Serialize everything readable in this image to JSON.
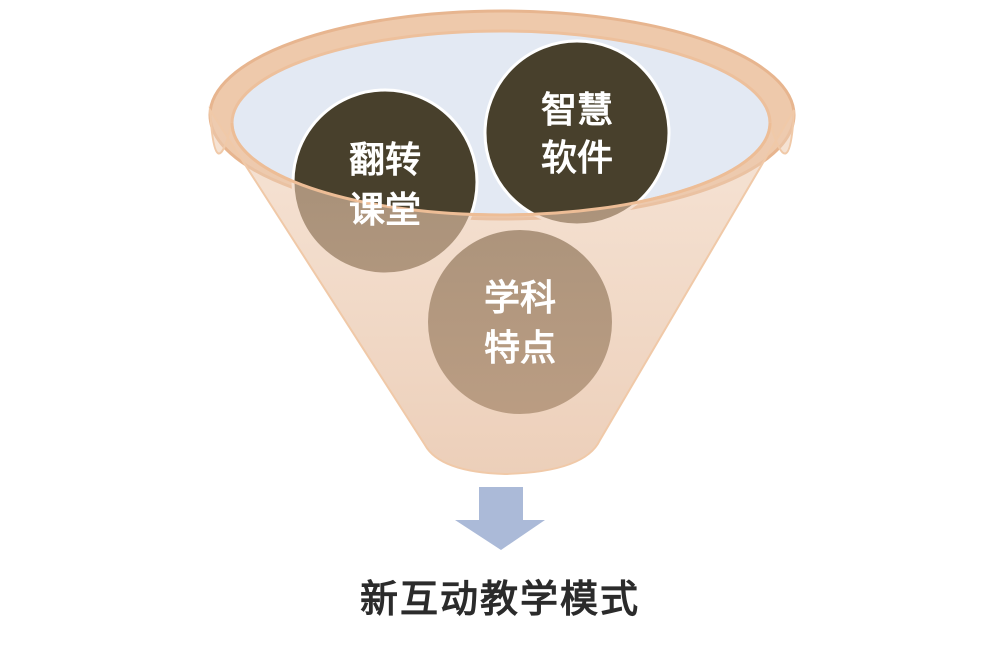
{
  "circles": [
    {
      "line1": "翻转",
      "line2": "课堂"
    },
    {
      "line1": "智慧",
      "line2": "软件"
    },
    {
      "line1": "学科",
      "line2": "特点"
    }
  ],
  "result_label": "新互动教学模式",
  "colors": {
    "funnel": "#e8c3a6",
    "funnel_inner": "#e3e9f3",
    "circle_dark": "#48402c",
    "arrow": "#abbad8",
    "title": "#2b2b2b"
  }
}
